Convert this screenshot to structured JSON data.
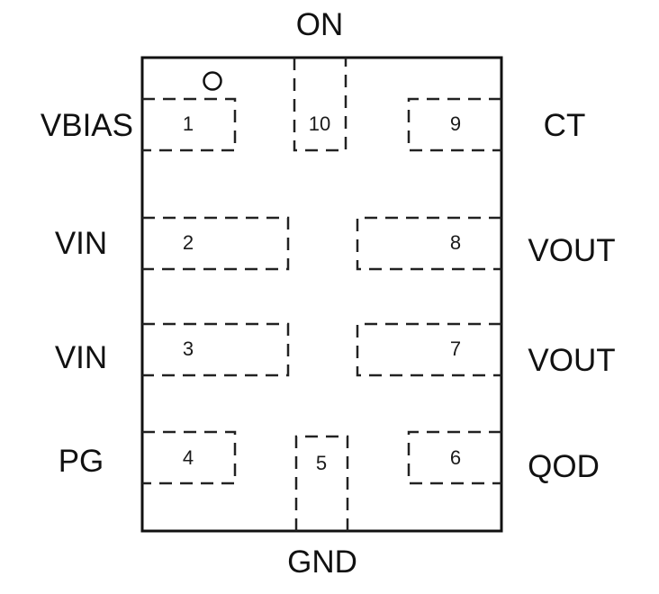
{
  "diagram": {
    "type": "ic-pinout",
    "view": "top",
    "pin1_marker": "circle-dot",
    "pins": [
      {
        "number": "1",
        "name": "VBIAS",
        "side": "left"
      },
      {
        "number": "2",
        "name": "VIN",
        "side": "left"
      },
      {
        "number": "3",
        "name": "VIN",
        "side": "left"
      },
      {
        "number": "4",
        "name": "PG",
        "side": "left"
      },
      {
        "number": "5",
        "name": "GND",
        "side": "bottom"
      },
      {
        "number": "6",
        "name": "QOD",
        "side": "right"
      },
      {
        "number": "7",
        "name": "VOUT",
        "side": "right"
      },
      {
        "number": "8",
        "name": "VOUT",
        "side": "right"
      },
      {
        "number": "9",
        "name": "CT",
        "side": "right"
      },
      {
        "number": "10",
        "name": "ON",
        "side": "top"
      }
    ]
  }
}
